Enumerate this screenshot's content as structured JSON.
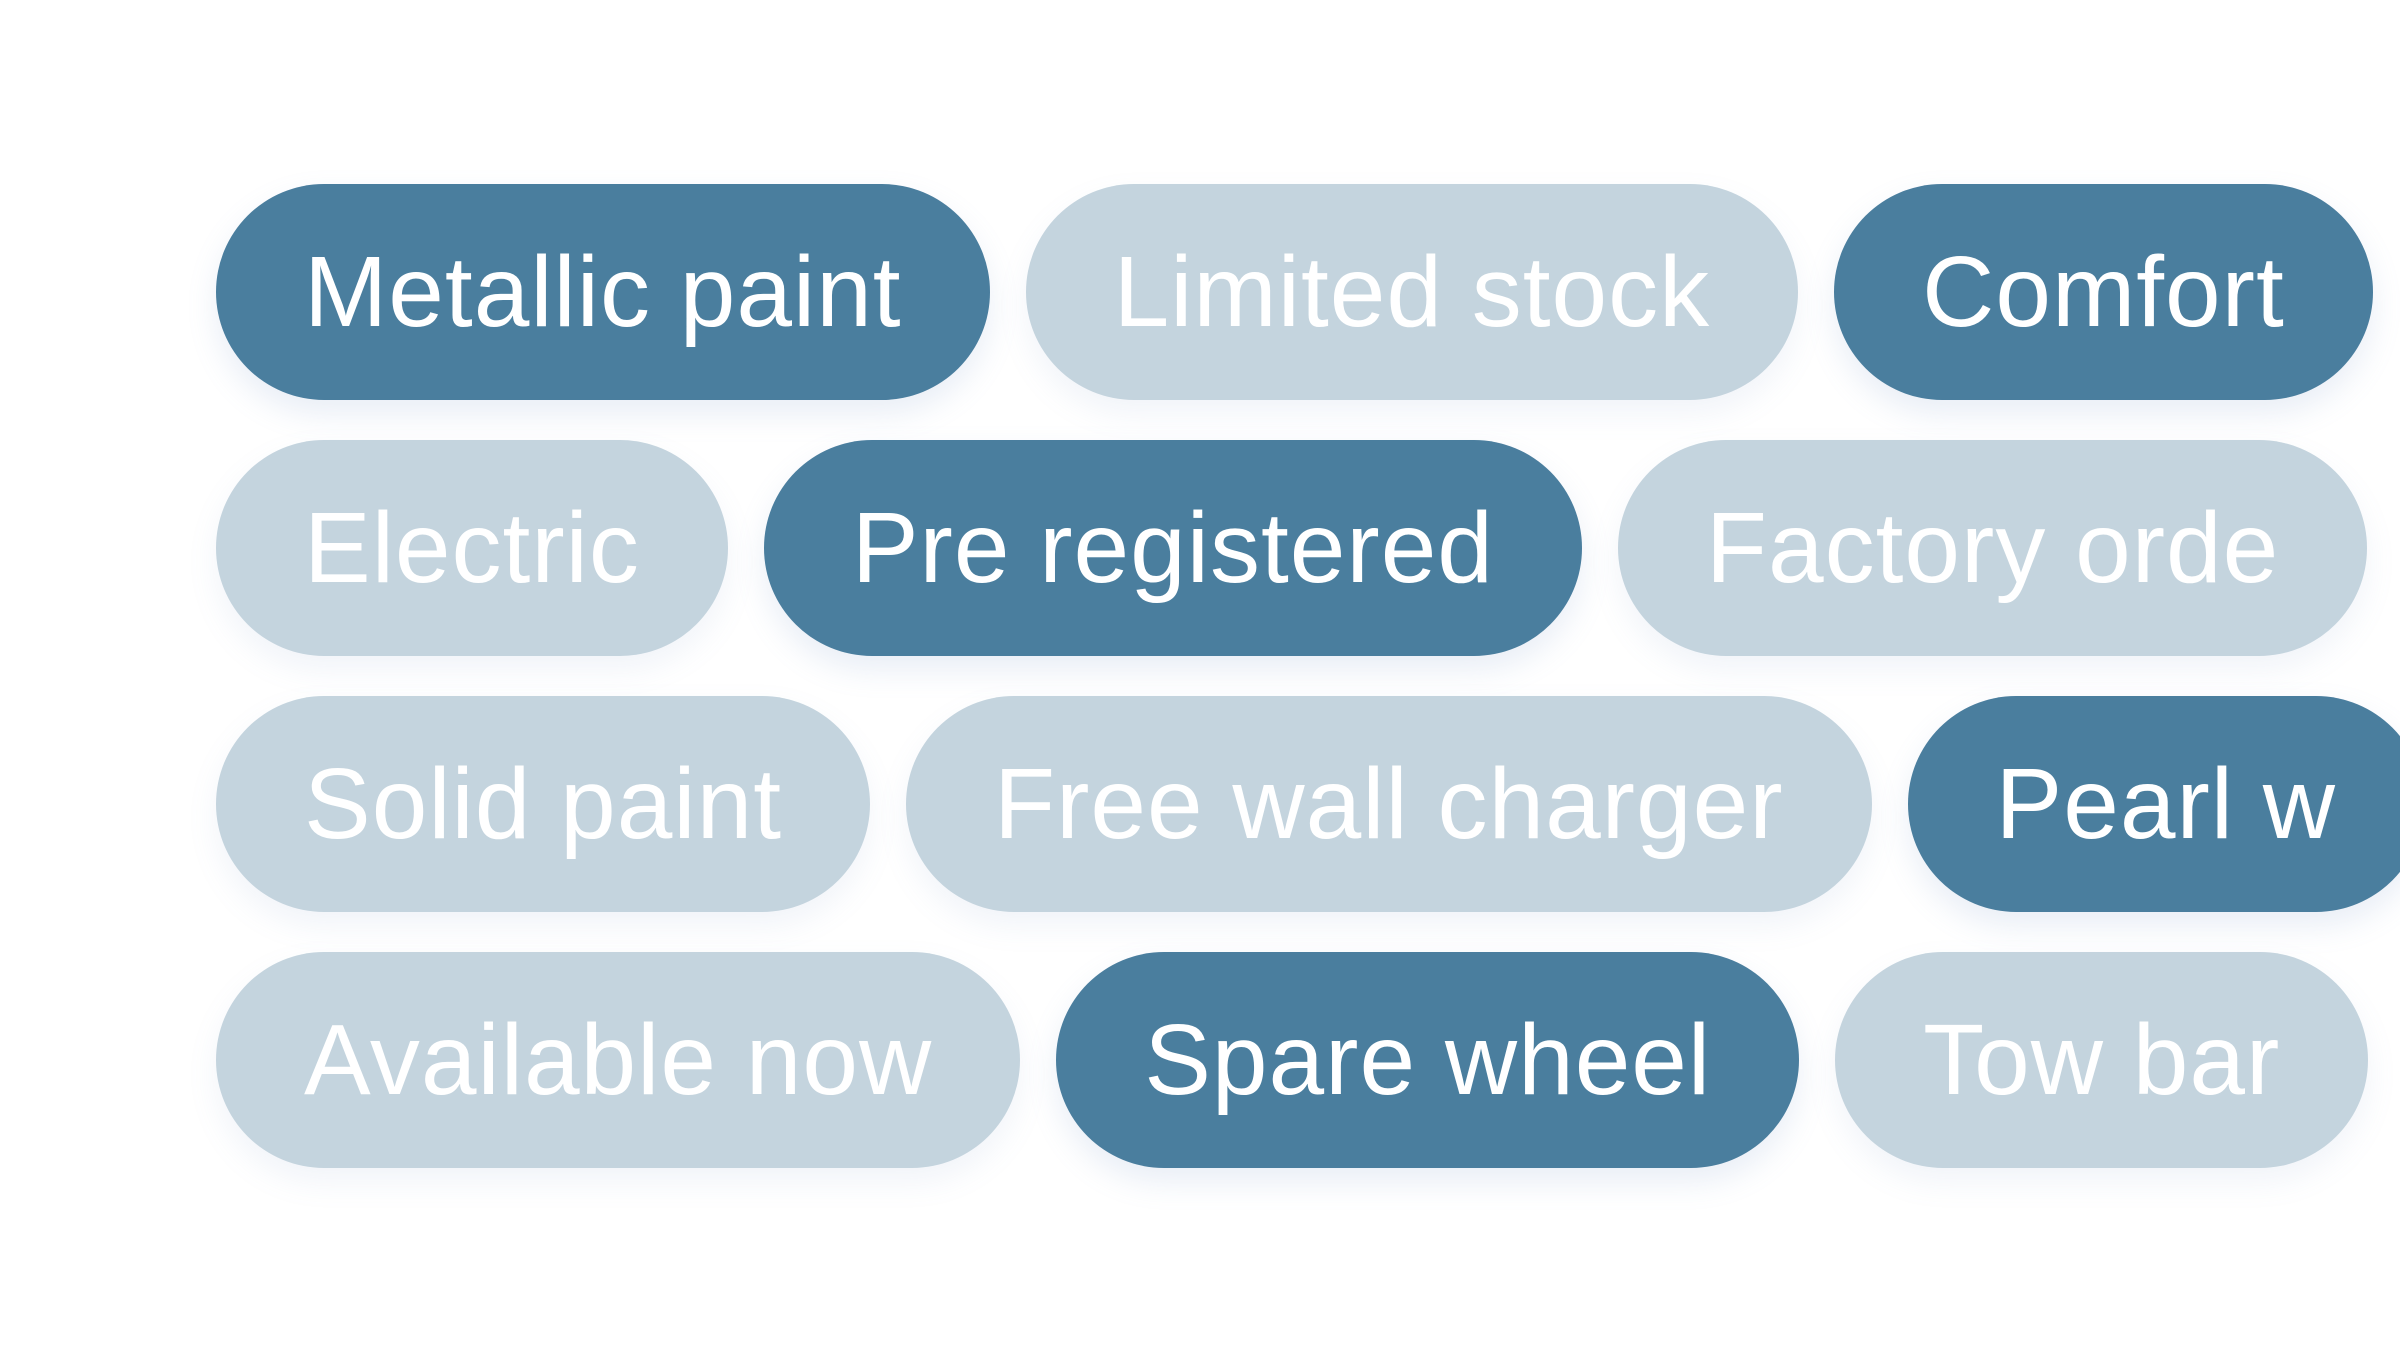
{
  "colors": {
    "selected_chip": "#4a7e9e",
    "unselected_chip": "#c4d4de",
    "chip_text": "#ffffff",
    "background": "#ffffff"
  },
  "chips": {
    "row1": [
      {
        "label": "Metallic paint",
        "selected": true
      },
      {
        "label": "Limited stock",
        "selected": false
      },
      {
        "label": "Comfort",
        "selected": true
      }
    ],
    "row2": [
      {
        "label": "Electric",
        "selected": false
      },
      {
        "label": "Pre registered",
        "selected": true
      },
      {
        "label": "Factory orde",
        "selected": false
      }
    ],
    "row3": [
      {
        "label": "Solid paint",
        "selected": false
      },
      {
        "label": "Free wall charger",
        "selected": false
      },
      {
        "label": "Pearl w",
        "selected": true
      }
    ],
    "row4": [
      {
        "label": "Available now",
        "selected": false
      },
      {
        "label": "Spare wheel",
        "selected": true
      },
      {
        "label": "Tow bar",
        "selected": false
      }
    ]
  }
}
